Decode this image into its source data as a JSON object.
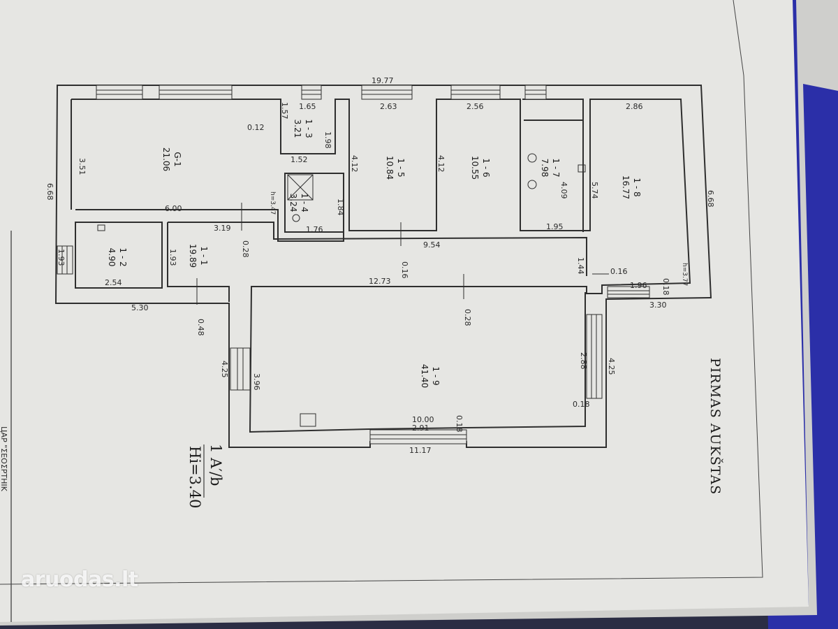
{
  "title": "PIRMAS AUKŠTAS",
  "scale": {
    "line1": "1 A′/b",
    "line2": "Hi=3.40"
  },
  "margin_text": "ЦАР \"ΣΕΟΣΡΤΗΙΚ",
  "watermark": {
    "brand": "aruodas",
    "tld": ".lt"
  },
  "colors": {
    "paper": "#e6e6e3",
    "desk": "#2b2d44",
    "wall": "#2e2e2e",
    "binder": "#2b2fa8"
  },
  "rooms": [
    {
      "id": "G-1",
      "area": "21.06"
    },
    {
      "id": "1 - 3",
      "area": "3.21"
    },
    {
      "id": "1 - 4",
      "area": "3.24"
    },
    {
      "id": "1 - 5",
      "area": "10.84"
    },
    {
      "id": "1 - 6",
      "area": "10.55"
    },
    {
      "id": "1 - 7",
      "area": "7.98"
    },
    {
      "id": "1 - 8",
      "area": "16.77"
    },
    {
      "id": "1 - 2",
      "area": "4.90"
    },
    {
      "id": "1 - 1",
      "area": "19.89"
    },
    {
      "id": "1 - 9",
      "area": "41.40"
    }
  ],
  "dims": [
    "19.77",
    "1.65",
    "2.63",
    "2.56",
    "2.86",
    "1.57",
    "1.98",
    "0.12",
    "3.51",
    "6.68",
    "1.52",
    "4.12",
    "4.12",
    "4.09",
    "5.74",
    "6.68",
    "1.84",
    "h=3.47",
    "1.76",
    "6.00",
    "3.19",
    "0.28",
    "9.54",
    "1.95",
    "1.93",
    "1.93",
    "2.54",
    "0.16",
    "1.44",
    "0.16",
    "h=3.77",
    "0.18",
    "1.96",
    "12.73",
    "5.30",
    "3.30",
    "0.28",
    "0.48",
    "4.25",
    "3.96",
    "2.88",
    "4.25",
    "0.18",
    "10.00",
    "2.91",
    "0.18",
    "11.17"
  ]
}
